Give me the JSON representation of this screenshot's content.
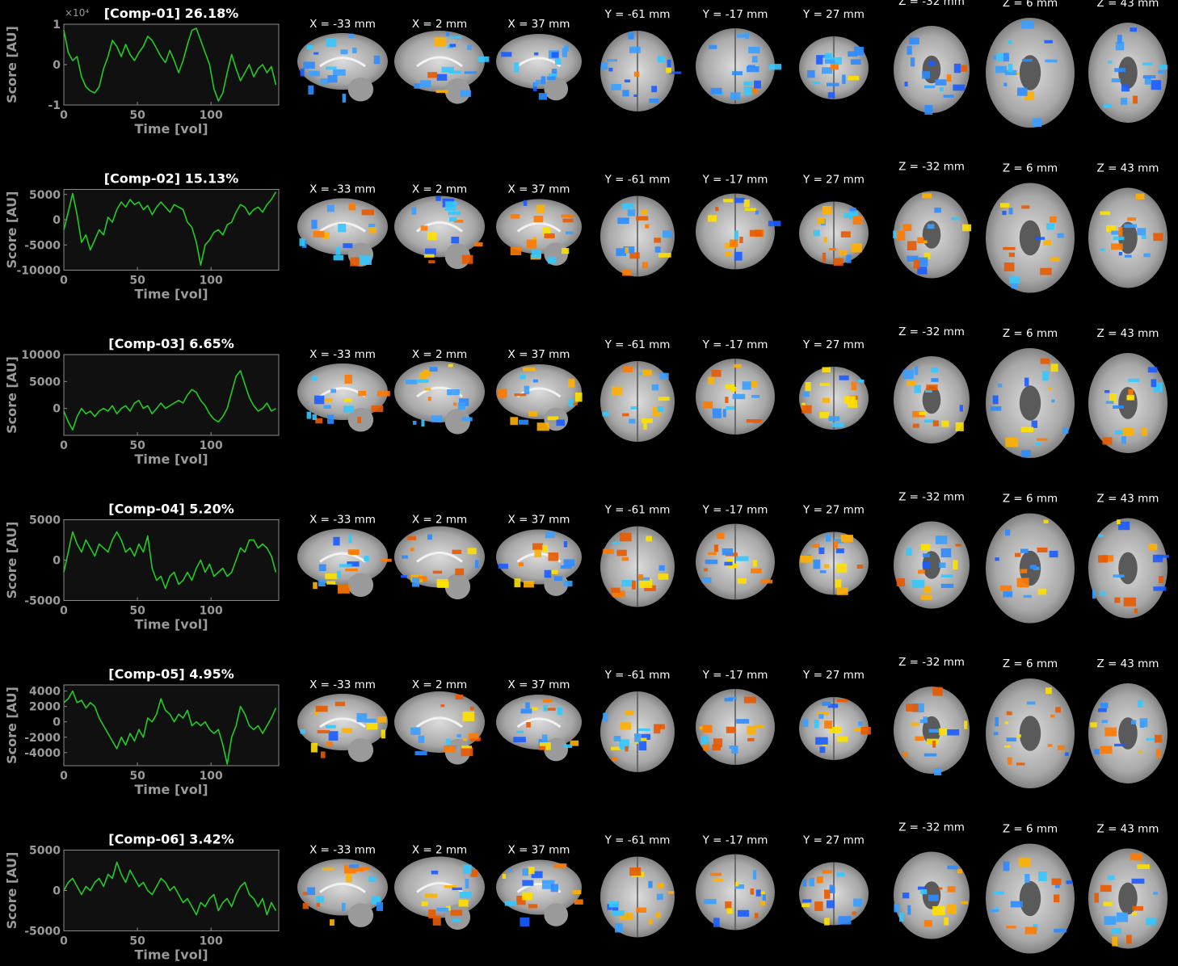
{
  "colors": {
    "trace": "#22cc22",
    "axes": "#8c8c8c",
    "panel": "#101010",
    "tick_text": "#9a9a9a",
    "positive": "#ff8800",
    "negative": "#2299ff"
  },
  "slice_labels": {
    "sagittal": [
      "X = -33 mm",
      "X = 2 mm",
      "X = 37 mm"
    ],
    "coronal": [
      "Y = -61 mm",
      "Y = -17 mm",
      "Y = 27 mm"
    ],
    "axial": [
      "Z = -32 mm",
      "Z = 6 mm",
      "Z = 43 mm"
    ]
  },
  "chart_data": [
    {
      "type": "line",
      "title": "[Comp-01] 26.18%",
      "xlabel": "Time [vol]",
      "ylabel": "Score [AU]",
      "xlim": [
        0,
        146
      ],
      "ylim": [
        -1,
        1
      ],
      "exponent_label": "×10⁴",
      "xticks": [
        0,
        50,
        100
      ],
      "xtick_labels": [
        "0",
        "50",
        "100"
      ],
      "yticks": [
        -1,
        0,
        1
      ],
      "ytick_labels": [
        "-1",
        "0",
        "1"
      ],
      "series": [
        {
          "x": [
            0,
            3,
            6,
            9,
            12,
            15,
            18,
            21,
            24,
            27,
            30,
            33,
            36,
            39,
            42,
            45,
            48,
            51,
            54,
            57,
            60,
            63,
            66,
            69,
            72,
            75,
            78,
            81,
            84,
            87,
            90,
            93,
            96,
            99,
            102,
            105,
            108,
            111,
            114,
            117,
            120,
            123,
            126,
            129,
            132,
            135,
            138,
            141,
            144
          ],
          "y": [
            0.85,
            0.3,
            0.1,
            0.2,
            -0.3,
            -0.55,
            -0.65,
            -0.7,
            -0.55,
            -0.1,
            0.2,
            0.6,
            0.45,
            0.2,
            0.5,
            0.25,
            0.1,
            0.3,
            0.45,
            0.7,
            0.6,
            0.4,
            0.2,
            0.05,
            0.35,
            0.1,
            -0.2,
            0.1,
            0.5,
            0.85,
            0.9,
            0.6,
            0.3,
            0.0,
            -0.6,
            -0.9,
            -0.7,
            -0.2,
            0.25,
            -0.1,
            -0.4,
            -0.2,
            0.0,
            -0.3,
            -0.1,
            0.0,
            -0.2,
            -0.05,
            -0.5
          ]
        }
      ]
    },
    {
      "type": "line",
      "title": "[Comp-02] 15.13%",
      "xlabel": "Time [vol]",
      "ylabel": "Score [AU]",
      "xlim": [
        0,
        146
      ],
      "ylim": [
        -10000,
        6000
      ],
      "xticks": [
        0,
        50,
        100
      ],
      "xtick_labels": [
        "0",
        "50",
        "100"
      ],
      "yticks": [
        -10000,
        -5000,
        0,
        5000
      ],
      "ytick_labels": [
        "-10000",
        "-5000",
        "0",
        "5000"
      ],
      "series": [
        {
          "x": [
            0,
            3,
            6,
            9,
            12,
            15,
            18,
            21,
            24,
            27,
            30,
            33,
            36,
            39,
            42,
            45,
            48,
            51,
            54,
            57,
            60,
            63,
            66,
            69,
            72,
            75,
            78,
            81,
            84,
            87,
            90,
            93,
            96,
            99,
            102,
            105,
            108,
            111,
            114,
            117,
            120,
            123,
            126,
            129,
            132,
            135,
            138,
            141,
            144
          ],
          "y": [
            -2000,
            1500,
            5200,
            1000,
            -4500,
            -3000,
            -6000,
            -4000,
            -2000,
            -3000,
            500,
            -500,
            2000,
            3500,
            2500,
            4000,
            3000,
            3500,
            2000,
            2800,
            1000,
            2500,
            3500,
            2500,
            1500,
            3000,
            2500,
            2000,
            -500,
            -1500,
            -4500,
            -9000,
            -5000,
            -4000,
            -2500,
            -2000,
            -3000,
            -1000,
            -500,
            1500,
            3000,
            2500,
            1000,
            2000,
            2500,
            1500,
            3000,
            4000,
            5500
          ]
        }
      ]
    },
    {
      "type": "line",
      "title": "[Comp-03] 6.65%",
      "xlabel": "Time [vol]",
      "ylabel": "Score [AU]",
      "xlim": [
        0,
        146
      ],
      "ylim": [
        -5000,
        10000
      ],
      "xticks": [
        0,
        50,
        100
      ],
      "xtick_labels": [
        "0",
        "50",
        "100"
      ],
      "yticks": [
        0,
        5000,
        10000
      ],
      "ytick_labels": [
        "0",
        "5000",
        "10000"
      ],
      "series": [
        {
          "x": [
            0,
            3,
            6,
            9,
            12,
            15,
            18,
            21,
            24,
            27,
            30,
            33,
            36,
            39,
            42,
            45,
            48,
            51,
            54,
            57,
            60,
            63,
            66,
            69,
            72,
            75,
            78,
            81,
            84,
            87,
            90,
            93,
            96,
            99,
            102,
            105,
            108,
            111,
            114,
            117,
            120,
            123,
            126,
            129,
            132,
            135,
            138,
            141,
            144
          ],
          "y": [
            -500,
            -2500,
            -4000,
            -1500,
            0,
            -1000,
            -500,
            -1500,
            -500,
            0,
            -500,
            500,
            -1000,
            0,
            500,
            -500,
            1000,
            1500,
            0,
            500,
            -1000,
            0,
            1000,
            0,
            500,
            1000,
            1500,
            1000,
            2500,
            3500,
            3000,
            1500,
            500,
            -1000,
            -2000,
            -2500,
            -1500,
            0,
            3000,
            6000,
            7000,
            4500,
            2000,
            500,
            -500,
            0,
            1000,
            -500,
            0
          ]
        }
      ]
    },
    {
      "type": "line",
      "title": "[Comp-04] 5.20%",
      "xlabel": "Time [vol]",
      "ylabel": "Score [AU]",
      "xlim": [
        0,
        146
      ],
      "ylim": [
        -5000,
        5000
      ],
      "xticks": [
        0,
        50,
        100
      ],
      "xtick_labels": [
        "0",
        "50",
        "100"
      ],
      "yticks": [
        -5000,
        0,
        5000
      ],
      "ytick_labels": [
        "-5000",
        "0",
        "5000"
      ],
      "series": [
        {
          "x": [
            0,
            3,
            6,
            9,
            12,
            15,
            18,
            21,
            24,
            27,
            30,
            33,
            36,
            39,
            42,
            45,
            48,
            51,
            54,
            57,
            60,
            63,
            66,
            69,
            72,
            75,
            78,
            81,
            84,
            87,
            90,
            93,
            96,
            99,
            102,
            105,
            108,
            111,
            114,
            117,
            120,
            123,
            126,
            129,
            132,
            135,
            138,
            141,
            144
          ],
          "y": [
            -1500,
            1000,
            3500,
            2000,
            1000,
            2500,
            1500,
            500,
            2000,
            1500,
            1000,
            2500,
            3500,
            2500,
            1000,
            1500,
            500,
            2000,
            1000,
            3000,
            -1000,
            -2500,
            -2000,
            -3500,
            -2000,
            -1500,
            -3000,
            -2500,
            -1500,
            -2500,
            -1000,
            0,
            -1500,
            -500,
            -2000,
            -1500,
            -1000,
            -2000,
            -1500,
            0,
            1500,
            1000,
            2500,
            2500,
            1500,
            2000,
            1500,
            500,
            -1500
          ]
        }
      ]
    },
    {
      "type": "line",
      "title": "[Comp-05] 4.95%",
      "xlabel": "Time [vol]",
      "ylabel": "Score [AU]",
      "xlim": [
        0,
        146
      ],
      "ylim": [
        -5700,
        4800
      ],
      "xticks": [
        0,
        50,
        100
      ],
      "xtick_labels": [
        "0",
        "50",
        "100"
      ],
      "yticks": [
        -4000,
        -2000,
        0,
        2000,
        4000
      ],
      "ytick_labels": [
        "-4000",
        "-2000",
        "0",
        "2000",
        "4000"
      ],
      "series": [
        {
          "x": [
            0,
            3,
            6,
            9,
            12,
            15,
            18,
            21,
            24,
            27,
            30,
            33,
            36,
            39,
            42,
            45,
            48,
            51,
            54,
            57,
            60,
            63,
            66,
            69,
            72,
            75,
            78,
            81,
            84,
            87,
            90,
            93,
            96,
            99,
            102,
            105,
            108,
            111,
            114,
            117,
            120,
            123,
            126,
            129,
            132,
            135,
            138,
            141,
            144
          ],
          "y": [
            2500,
            3000,
            4000,
            2500,
            2800,
            1800,
            2500,
            2000,
            500,
            -500,
            -1500,
            -2500,
            -3500,
            -2000,
            -3000,
            -1500,
            -2500,
            -1000,
            -2000,
            500,
            0,
            1000,
            3000,
            1500,
            1000,
            0,
            1000,
            500,
            1500,
            -500,
            0,
            -500,
            0,
            -1000,
            -1500,
            -1000,
            -3000,
            -5500,
            -2000,
            -500,
            2000,
            1000,
            -500,
            -1000,
            -500,
            -1500,
            -500,
            500,
            1800
          ]
        }
      ]
    },
    {
      "type": "line",
      "title": "[Comp-06] 3.42%",
      "xlabel": "Time [vol]",
      "ylabel": "Score [AU]",
      "xlim": [
        0,
        146
      ],
      "ylim": [
        -5000,
        5000
      ],
      "xticks": [
        0,
        50,
        100
      ],
      "xtick_labels": [
        "0",
        "50",
        "100"
      ],
      "yticks": [
        -5000,
        0,
        5000
      ],
      "ytick_labels": [
        "-5000",
        "0",
        "5000"
      ],
      "series": [
        {
          "x": [
            0,
            3,
            6,
            9,
            12,
            15,
            18,
            21,
            24,
            27,
            30,
            33,
            36,
            39,
            42,
            45,
            48,
            51,
            54,
            57,
            60,
            63,
            66,
            69,
            72,
            75,
            78,
            81,
            84,
            87,
            90,
            93,
            96,
            99,
            102,
            105,
            108,
            111,
            114,
            117,
            120,
            123,
            126,
            129,
            132,
            135,
            138,
            141,
            144
          ],
          "y": [
            0,
            1000,
            1500,
            500,
            -500,
            500,
            0,
            1000,
            1500,
            500,
            2000,
            1500,
            3500,
            2000,
            1000,
            2500,
            1500,
            500,
            1000,
            0,
            -500,
            500,
            1500,
            1000,
            0,
            500,
            -500,
            -1500,
            -1000,
            -2000,
            -3000,
            -1500,
            -2000,
            -1000,
            -500,
            -2500,
            -1500,
            -1000,
            -2000,
            -500,
            500,
            1000,
            -500,
            -1000,
            -2000,
            -1000,
            -3000,
            -1500,
            -2500
          ]
        }
      ]
    }
  ]
}
